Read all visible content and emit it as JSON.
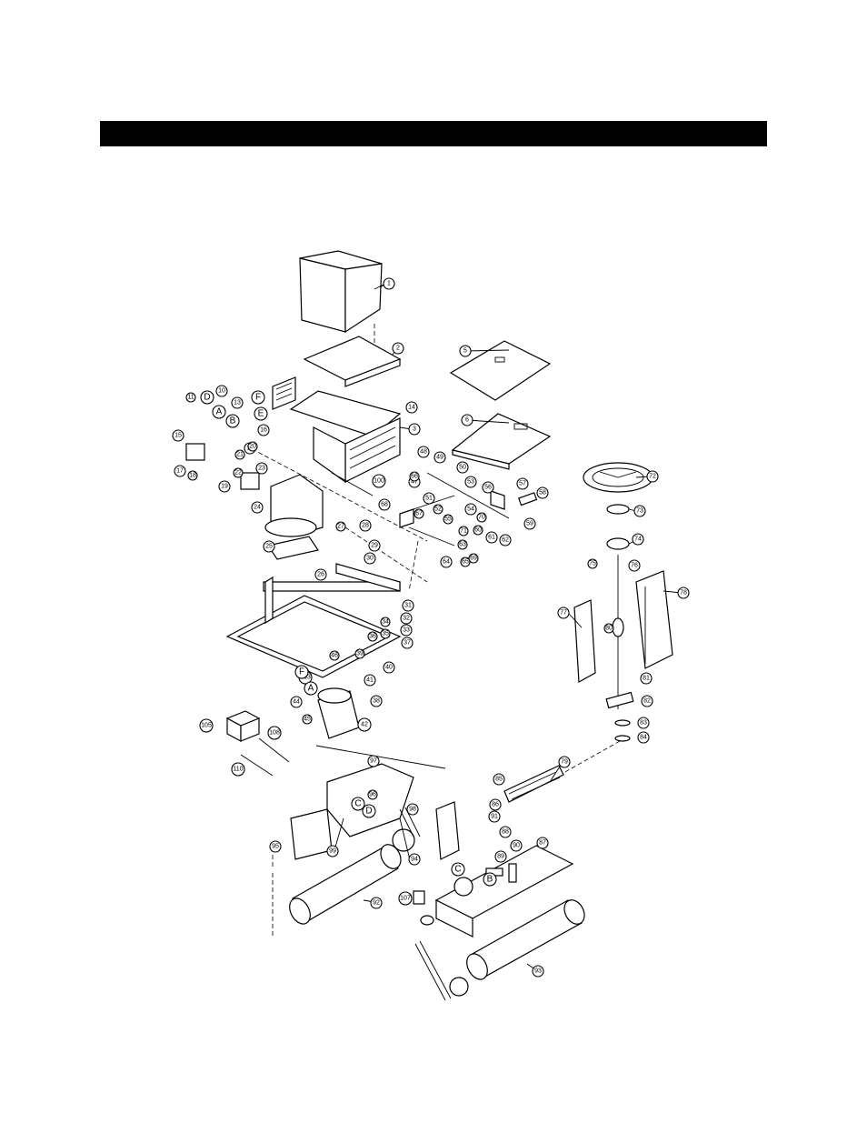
{
  "header": {
    "title": "",
    "bar_color": "#000000"
  },
  "diagram": {
    "kind": "exploded parts view",
    "callouts": [
      {
        "id": "c1",
        "label": "1"
      },
      {
        "id": "c2",
        "label": "2"
      },
      {
        "id": "c3",
        "label": "3"
      },
      {
        "id": "c5",
        "label": "5"
      },
      {
        "id": "c6",
        "label": "6"
      },
      {
        "id": "c10",
        "label": "10"
      },
      {
        "id": "c11",
        "label": "11"
      },
      {
        "id": "c12",
        "label": "12"
      },
      {
        "id": "c13",
        "label": "13"
      },
      {
        "id": "c14",
        "label": "14"
      },
      {
        "id": "c15",
        "label": "15"
      },
      {
        "id": "c16",
        "label": "16"
      },
      {
        "id": "c17",
        "label": "17"
      },
      {
        "id": "c18",
        "label": "18"
      },
      {
        "id": "c19",
        "label": "19"
      },
      {
        "id": "c20",
        "label": "20"
      },
      {
        "id": "c21",
        "label": "21"
      },
      {
        "id": "c22",
        "label": "22"
      },
      {
        "id": "c23",
        "label": "23"
      },
      {
        "id": "c24",
        "label": "24"
      },
      {
        "id": "c25",
        "label": "25"
      },
      {
        "id": "c26",
        "label": "26"
      },
      {
        "id": "c27",
        "label": "27"
      },
      {
        "id": "c28",
        "label": "28"
      },
      {
        "id": "c29",
        "label": "29"
      },
      {
        "id": "c30",
        "label": "30"
      },
      {
        "id": "c31",
        "label": "31"
      },
      {
        "id": "c32",
        "label": "32"
      },
      {
        "id": "c33",
        "label": "33"
      },
      {
        "id": "c34",
        "label": "34"
      },
      {
        "id": "c35",
        "label": "35"
      },
      {
        "id": "c36",
        "label": "36"
      },
      {
        "id": "c37",
        "label": "37"
      },
      {
        "id": "c38",
        "label": "38"
      },
      {
        "id": "c39",
        "label": "39"
      },
      {
        "id": "c40",
        "label": "40"
      },
      {
        "id": "c41",
        "label": "41"
      },
      {
        "id": "c42",
        "label": "42"
      },
      {
        "id": "c43",
        "label": "43"
      },
      {
        "id": "c44",
        "label": "44"
      },
      {
        "id": "c45",
        "label": "45"
      },
      {
        "id": "c46",
        "label": "46"
      },
      {
        "id": "c47",
        "label": "47"
      },
      {
        "id": "c48",
        "label": "48"
      },
      {
        "id": "c49",
        "label": "49"
      },
      {
        "id": "c50",
        "label": "50"
      },
      {
        "id": "c51",
        "label": "51"
      },
      {
        "id": "c52",
        "label": "52"
      },
      {
        "id": "c53",
        "label": "53"
      },
      {
        "id": "c54",
        "label": "54"
      },
      {
        "id": "c55",
        "label": "55"
      },
      {
        "id": "c56",
        "label": "56"
      },
      {
        "id": "c57",
        "label": "57"
      },
      {
        "id": "c58",
        "label": "58"
      },
      {
        "id": "c59",
        "label": "59"
      },
      {
        "id": "c60",
        "label": "60"
      },
      {
        "id": "c61",
        "label": "61"
      },
      {
        "id": "c62",
        "label": "62"
      },
      {
        "id": "c63",
        "label": "63"
      },
      {
        "id": "c64",
        "label": "64"
      },
      {
        "id": "c65",
        "label": "65"
      },
      {
        "id": "c66",
        "label": "66"
      },
      {
        "id": "c67",
        "label": "67"
      },
      {
        "id": "c68",
        "label": "68"
      },
      {
        "id": "c69",
        "label": "69"
      },
      {
        "id": "c70",
        "label": "70"
      },
      {
        "id": "c71",
        "label": "71"
      },
      {
        "id": "c72",
        "label": "72"
      },
      {
        "id": "c73",
        "label": "73"
      },
      {
        "id": "c74",
        "label": "74"
      },
      {
        "id": "c75",
        "label": "75"
      },
      {
        "id": "c76",
        "label": "76"
      },
      {
        "id": "c77",
        "label": "77"
      },
      {
        "id": "c78",
        "label": "78"
      },
      {
        "id": "c79",
        "label": "79"
      },
      {
        "id": "c80",
        "label": "80"
      },
      {
        "id": "c81",
        "label": "81"
      },
      {
        "id": "c82",
        "label": "82"
      },
      {
        "id": "c83",
        "label": "83"
      },
      {
        "id": "c84",
        "label": "84"
      },
      {
        "id": "c85",
        "label": "85"
      },
      {
        "id": "c86",
        "label": "86"
      },
      {
        "id": "c87",
        "label": "87"
      },
      {
        "id": "c88",
        "label": "88"
      },
      {
        "id": "c89",
        "label": "89"
      },
      {
        "id": "c90",
        "label": "90"
      },
      {
        "id": "c91",
        "label": "91"
      },
      {
        "id": "c92",
        "label": "92"
      },
      {
        "id": "c93",
        "label": "93"
      },
      {
        "id": "c94",
        "label": "94"
      },
      {
        "id": "c95",
        "label": "95"
      },
      {
        "id": "c96",
        "label": "96"
      },
      {
        "id": "c97",
        "label": "97"
      },
      {
        "id": "c98",
        "label": "98"
      },
      {
        "id": "c99",
        "label": "99"
      },
      {
        "id": "c100",
        "label": "100"
      },
      {
        "id": "c103",
        "label": "103"
      },
      {
        "id": "c105",
        "label": "105"
      },
      {
        "id": "c107",
        "label": "107"
      },
      {
        "id": "c108",
        "label": "108"
      },
      {
        "id": "c110",
        "label": "110"
      }
    ],
    "letter_markers": [
      {
        "id": "lA",
        "label": "A"
      },
      {
        "id": "lB",
        "label": "B"
      },
      {
        "id": "lC",
        "label": "C"
      },
      {
        "id": "lD",
        "label": "D"
      },
      {
        "id": "lE",
        "label": "E"
      },
      {
        "id": "lF",
        "label": "F"
      },
      {
        "id": "lD2",
        "label": "D"
      },
      {
        "id": "lB2",
        "label": "B"
      },
      {
        "id": "lC2",
        "label": "C"
      },
      {
        "id": "lF2",
        "label": "F"
      },
      {
        "id": "lA2",
        "label": "A"
      }
    ]
  }
}
